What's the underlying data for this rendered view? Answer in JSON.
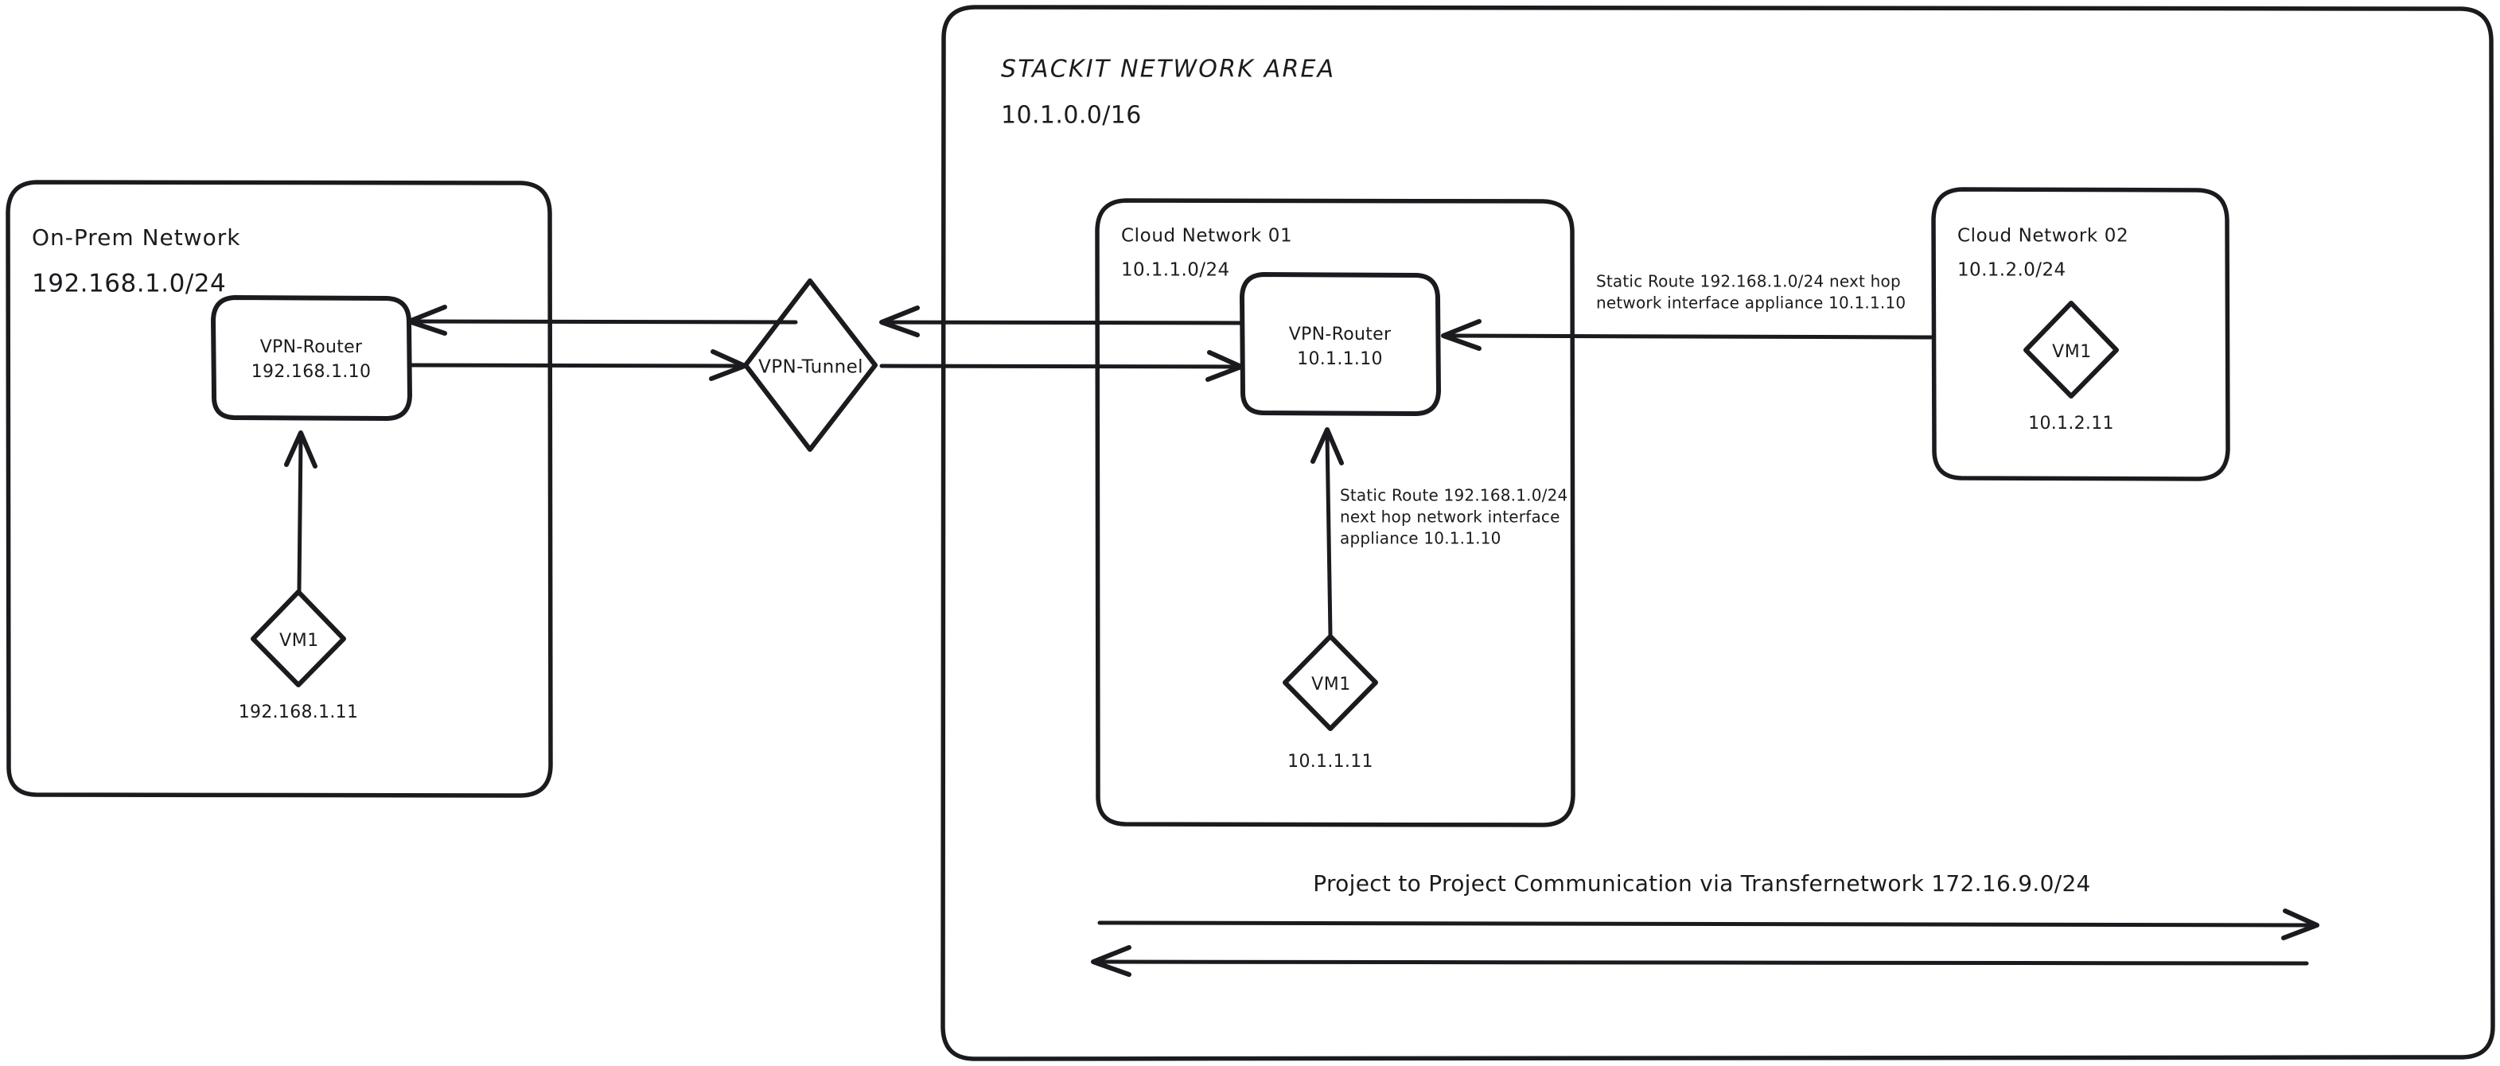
{
  "diagram": {
    "title": "STACKIT Network Area hybrid connectivity diagram",
    "background_color": "#ffffff",
    "stroke_color": "#1b1b1f"
  },
  "onprem": {
    "title": "On-Prem Network",
    "cidr": "192.168.1.0/24",
    "router": {
      "label": "VPN-Router",
      "ip": "192.168.1.10"
    },
    "vm": {
      "label": "VM1",
      "ip": "192.168.1.11"
    }
  },
  "tunnel": {
    "label": "VPN-Tunnel"
  },
  "stackit": {
    "title": "STACKIT NETWORK AREA",
    "cidr": "10.1.0.0/16",
    "bottom_label": "Project to Project Communication via Transfernetwork 172.16.9.0/24"
  },
  "cloud_network_01": {
    "title": "Cloud Network 01",
    "cidr": "10.1.1.0/24",
    "router": {
      "label": "VPN-Router",
      "ip": "10.1.1.10"
    },
    "vm": {
      "label": "VM1",
      "ip": "10.1.1.11"
    },
    "static_route": {
      "line1": "Static Route 192.168.1.0/24",
      "line2": "next hop network interface",
      "line3": "appliance 10.1.1.10"
    }
  },
  "cloud_network_02": {
    "title": "Cloud Network 02",
    "cidr": "10.1.2.0/24",
    "vm": {
      "label": "VM1",
      "ip": "10.1.2.11"
    },
    "static_route": {
      "line1": "Static Route 192.168.1.0/24 next hop",
      "line2": "network interface appliance 10.1.1.10"
    }
  }
}
